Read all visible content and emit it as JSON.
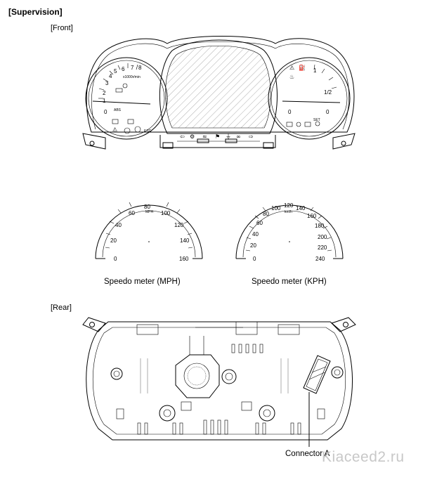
{
  "title": "[Supervision]",
  "sections": {
    "front": "[Front]",
    "rear": "[Rear]"
  },
  "mph": {
    "caption": "Speedo meter (MPH)",
    "unit": "MPH",
    "ticks": [
      "0",
      "20",
      "40",
      "60",
      "80",
      "100",
      "120",
      "140",
      "160"
    ]
  },
  "kph": {
    "caption": "Speedo meter (KPH)",
    "unit": "km/h",
    "ticks": [
      "0",
      "20",
      "40",
      "60",
      "80",
      "100",
      "120",
      "140",
      "160",
      "180",
      "200",
      "220",
      "240"
    ]
  },
  "tacho": {
    "ticks": [
      "0",
      "1",
      "2",
      "3",
      "4",
      "5",
      "6",
      "7",
      "8"
    ],
    "unit": "x1000r/min"
  },
  "fuel_gauge": {
    "full": "1",
    "half": "1/2",
    "empty": "0"
  },
  "rear_callout": {
    "label": "Connector A"
  },
  "watermark": "Kiaceed2.ru"
}
